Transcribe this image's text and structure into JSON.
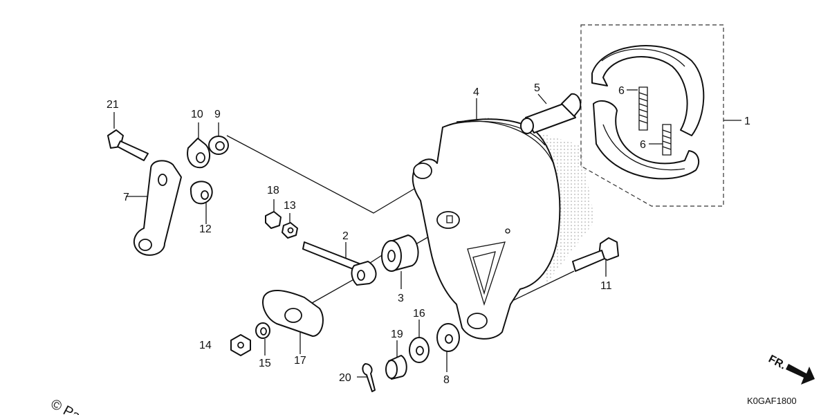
{
  "diagram": {
    "drawing_code": "K0GAF1800",
    "direction_marker": "FR.",
    "copyright_fragment": "© Pa",
    "part_labels": [
      "1",
      "2",
      "3",
      "4",
      "5",
      "6",
      "6",
      "7",
      "8",
      "9",
      "10",
      "11",
      "12",
      "13",
      "14",
      "15",
      "16",
      "17",
      "18",
      "19",
      "20",
      "21"
    ]
  }
}
